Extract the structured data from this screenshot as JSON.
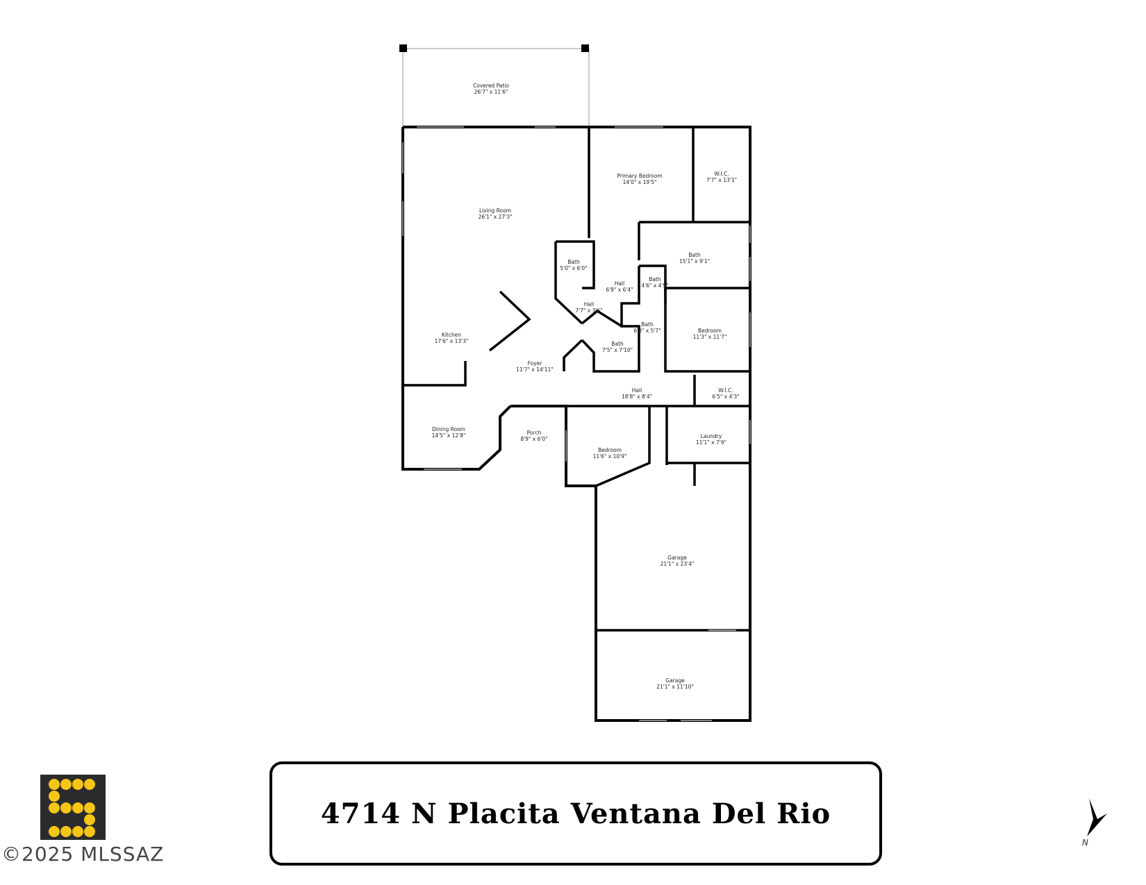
{
  "rooms": [
    {
      "name": "Covered Patio",
      "dims": "26'7\" x 11'6\""
    },
    {
      "name": "Living Room",
      "dims": "26'1\" x 27'3\""
    },
    {
      "name": "Primary Bedroom",
      "dims": "14'0\" x 19'5\""
    },
    {
      "name": "W.I.C.",
      "dims": "7'7\" x 13'1\""
    },
    {
      "name": "Bath",
      "dims": "15'1\" x 9'1\""
    },
    {
      "name": "Bath",
      "dims": "5'0\" x 6'0\""
    },
    {
      "name": "Hall",
      "dims": "6'8\" x 6'4\""
    },
    {
      "name": "Bath",
      "dims": "4'6\" x 4'9\""
    },
    {
      "name": "Hall",
      "dims": "7'7\" x 3'6\""
    },
    {
      "name": "Bath",
      "dims": "6'0\" x 5'7\""
    },
    {
      "name": "Bedroom",
      "dims": "11'3\" x 11'7\""
    },
    {
      "name": "Kitchen",
      "dims": "17'6\" x 13'3\""
    },
    {
      "name": "Bath",
      "dims": "7'5\" x 7'10\""
    },
    {
      "name": "Foyer",
      "dims": "11'7\" x 14'11\""
    },
    {
      "name": "Hall",
      "dims": "18'8\" x 8'4\""
    },
    {
      "name": "W.I.C.",
      "dims": "6'5\" x 4'3\""
    },
    {
      "name": "Dining Room",
      "dims": "14'5\" x 12'8\""
    },
    {
      "name": "Porch",
      "dims": "8'9\" x 6'0\""
    },
    {
      "name": "Bedroom",
      "dims": "11'6\" x 10'9\""
    },
    {
      "name": "Laundry",
      "dims": "11'1\" x 7'9\""
    },
    {
      "name": "Garage",
      "dims": "21'1\" x 23'4\""
    },
    {
      "name": "Garage",
      "dims": "21'1\" x 11'10\""
    }
  ],
  "address": "4714 N Placita Ventana Del Rio",
  "copyright": "©2025 MLSSAZ",
  "compass": {
    "label": "N"
  },
  "colors": {
    "wall": "#000000",
    "logo_dots": "#f5c518",
    "logo_bg": "#2b2b2b"
  }
}
